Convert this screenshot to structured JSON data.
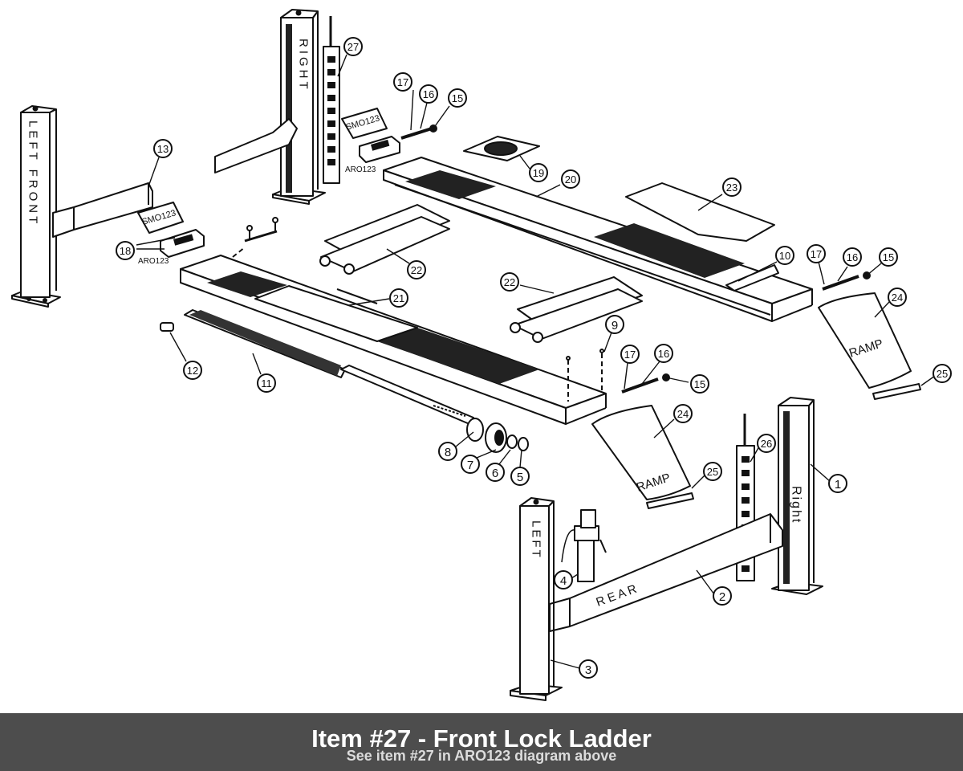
{
  "caption": {
    "title": "Item #27 - Front Lock Ladder",
    "subtitle": "See item #27 in ARO123 diagram above"
  },
  "labels": {
    "left_front": "LEFT FRONT",
    "right_post": "RIGHT",
    "left_post": "LEFT",
    "right_rear": "Right",
    "rear": "R E A R",
    "ramp": "RAMP",
    "smo": "SMO123",
    "aro": "ARO123"
  },
  "callouts": [
    "1",
    "2",
    "3",
    "4",
    "5",
    "6",
    "7",
    "8",
    "9",
    "10",
    "11",
    "12",
    "13",
    "15",
    "16",
    "17",
    "18",
    "19",
    "20",
    "21",
    "22",
    "23",
    "24",
    "25",
    "26",
    "27"
  ]
}
